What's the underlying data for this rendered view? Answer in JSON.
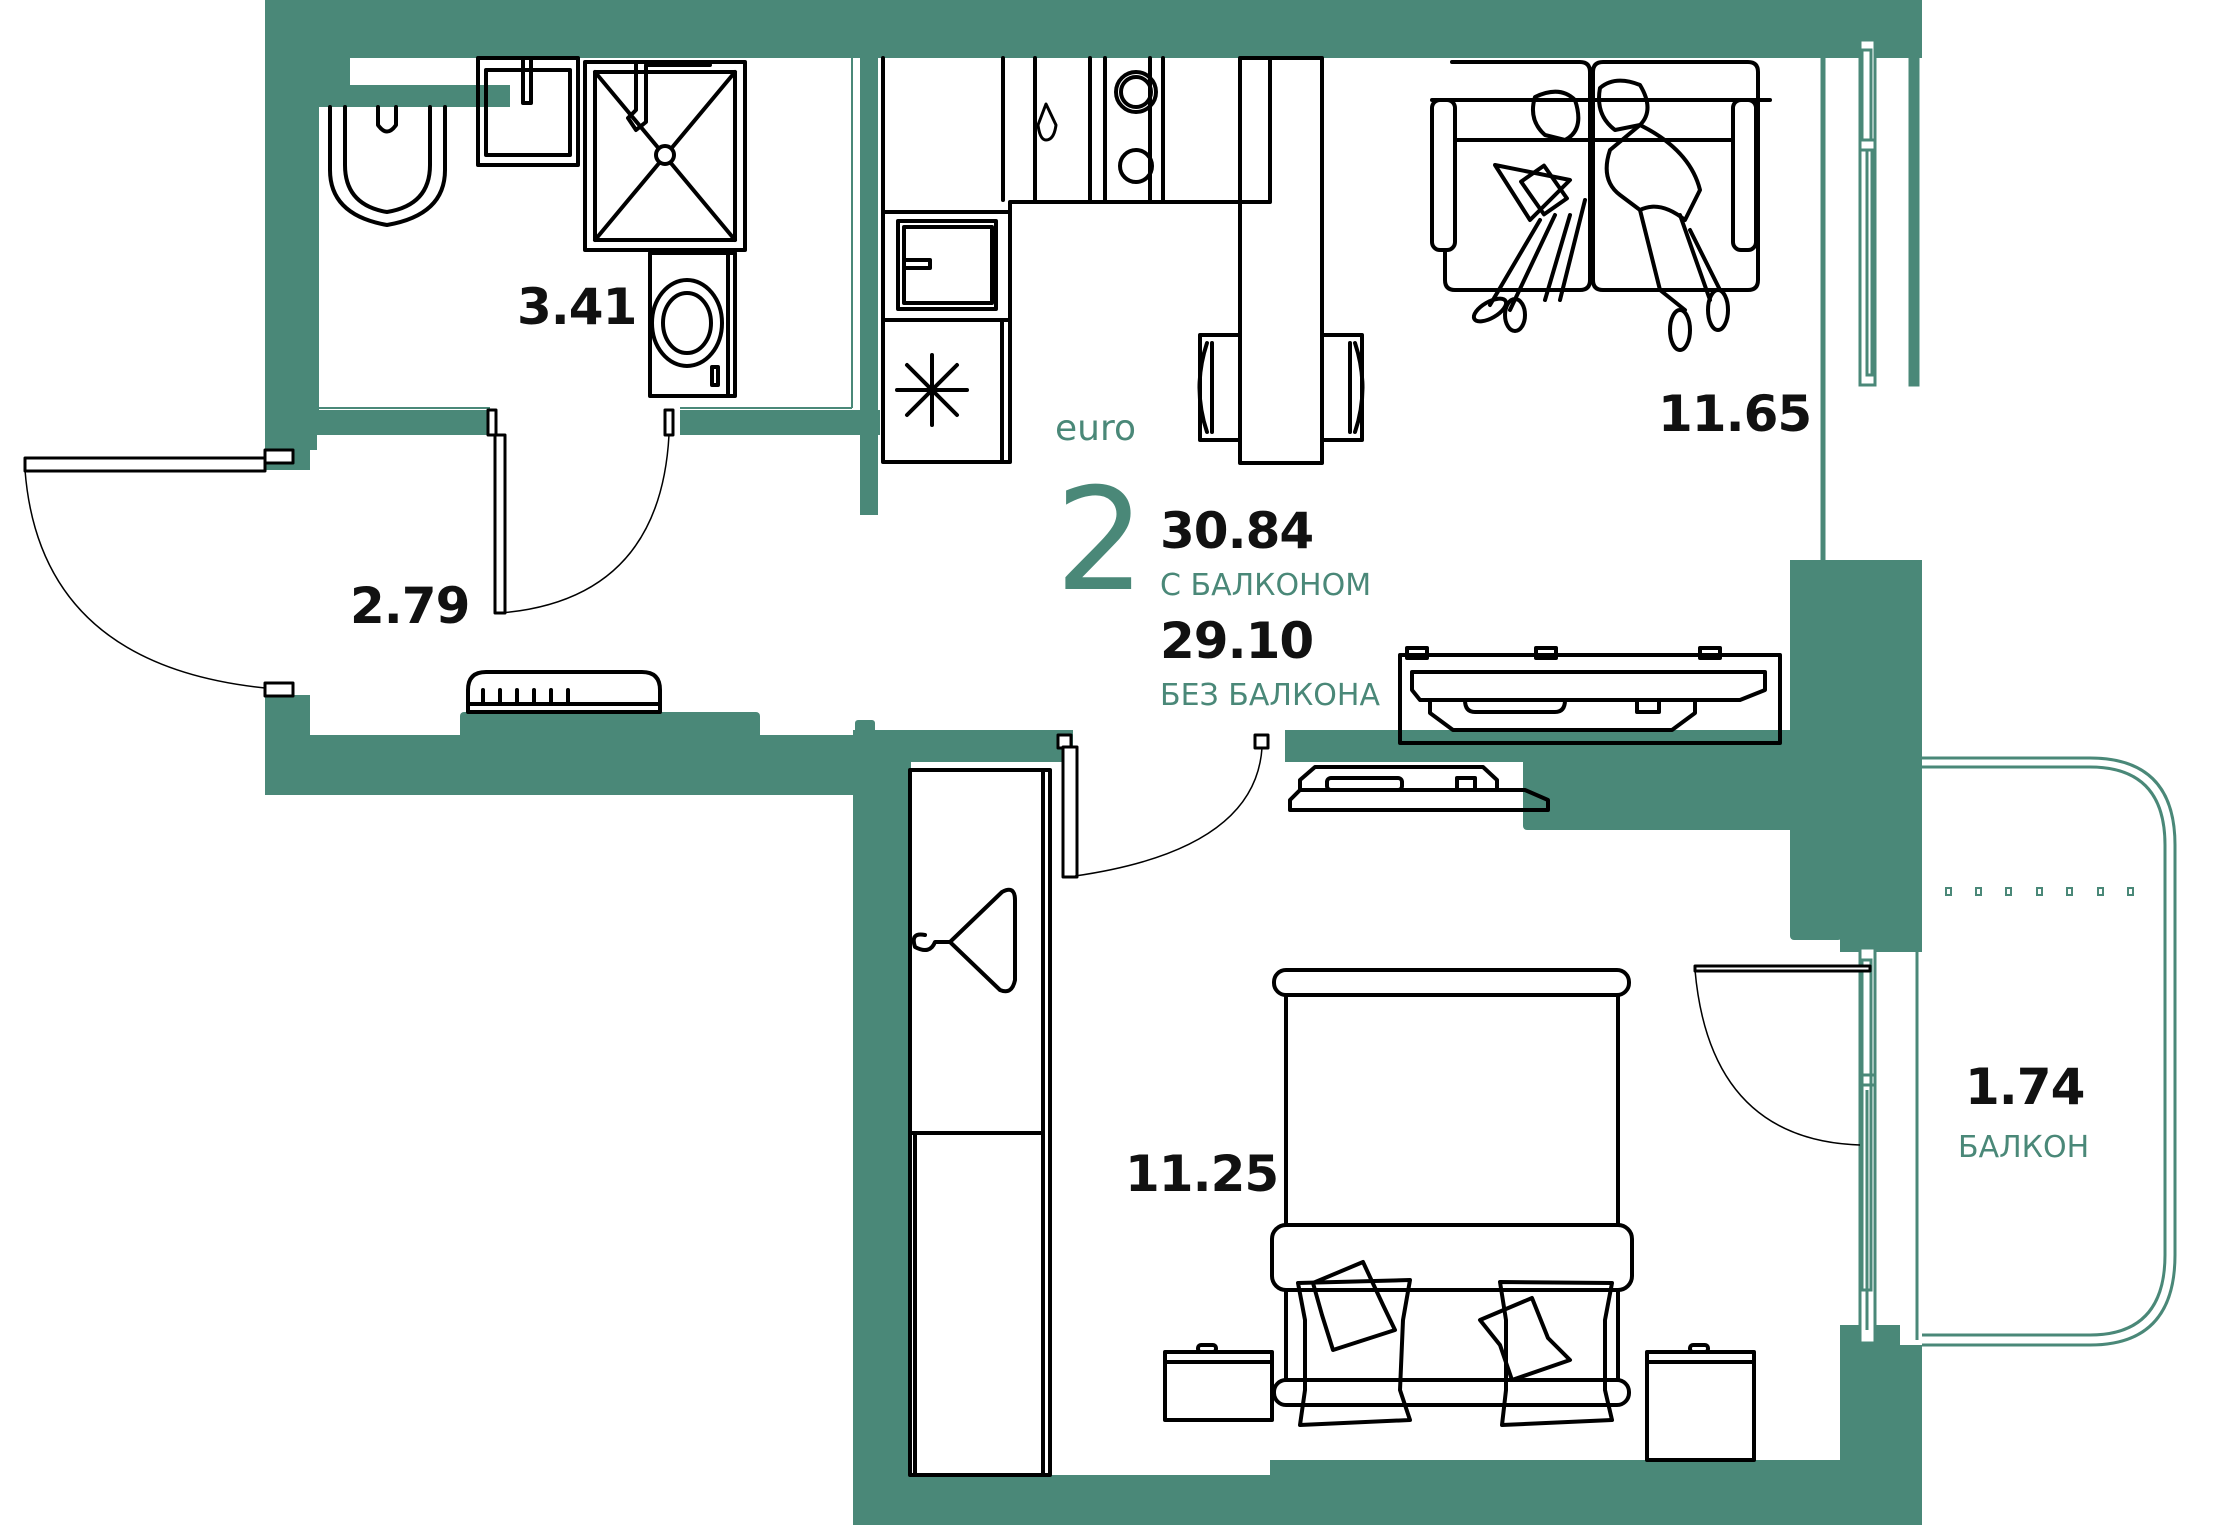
{
  "plan": {
    "type_label": "euro",
    "rooms_count": "2",
    "total_with_balcony": "30.84",
    "total_with_balcony_caption": "С БАЛКОНОМ",
    "total_without_balcony": "29.10",
    "total_without_balcony_caption": "БЕЗ БАЛКОНА",
    "colors": {
      "wall": "#4a8878",
      "text": "#111111",
      "accent_text": "#4a8878"
    }
  },
  "rooms": [
    {
      "id": "bathroom",
      "area": "3.41"
    },
    {
      "id": "hallway",
      "area": "2.79"
    },
    {
      "id": "kitchen-living",
      "area": "11.65"
    },
    {
      "id": "bedroom",
      "area": "11.25"
    },
    {
      "id": "balcony",
      "area": "1.74",
      "caption": "БАЛКОН"
    }
  ],
  "icons": [
    "toilet-icon",
    "sink-icon",
    "shower-icon",
    "washing-machine-icon",
    "kitchen-sink-icon",
    "refrigerator-icon",
    "stove-icon",
    "water-drop-icon",
    "dining-table-icon",
    "chair-icon",
    "sofa-icon",
    "people-icon",
    "tv-icon",
    "wardrobe-icon",
    "hanger-icon",
    "bed-icon",
    "pillow-icon",
    "nightstand-icon",
    "radiator-icon",
    "door-icon",
    "window-icon"
  ]
}
